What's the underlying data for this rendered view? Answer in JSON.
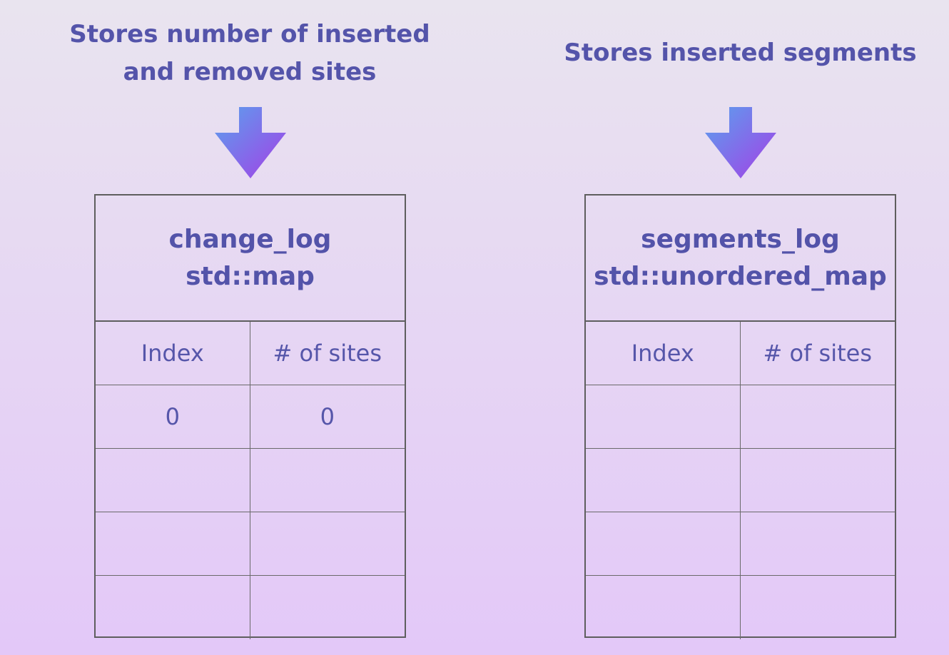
{
  "colors": {
    "background_top": "#e9e4ef",
    "background_bottom": "#e3c8f8",
    "text": "#5454aa",
    "arrow_start": "#5aa2ee",
    "arrow_end": "#a53ee6",
    "border": "#5e5e5e"
  },
  "left": {
    "caption_lines": [
      "Stores number of inserted",
      "and removed sites"
    ],
    "arrow_icon": "down-arrow-icon",
    "table": {
      "title_lines": [
        "change_log",
        "std::map"
      ],
      "columns": [
        "Index",
        "# of sites"
      ],
      "rows": [
        [
          "0",
          "0"
        ],
        [
          "",
          ""
        ],
        [
          "",
          ""
        ],
        [
          "",
          ""
        ]
      ]
    }
  },
  "right": {
    "caption_lines": [
      "Stores inserted segments"
    ],
    "arrow_icon": "down-arrow-icon",
    "table": {
      "title_lines": [
        "segments_log",
        "std::unordered_map"
      ],
      "columns": [
        "Index",
        "# of sites"
      ],
      "rows": [
        [
          "",
          ""
        ],
        [
          "",
          ""
        ],
        [
          "",
          ""
        ],
        [
          "",
          ""
        ]
      ]
    }
  }
}
